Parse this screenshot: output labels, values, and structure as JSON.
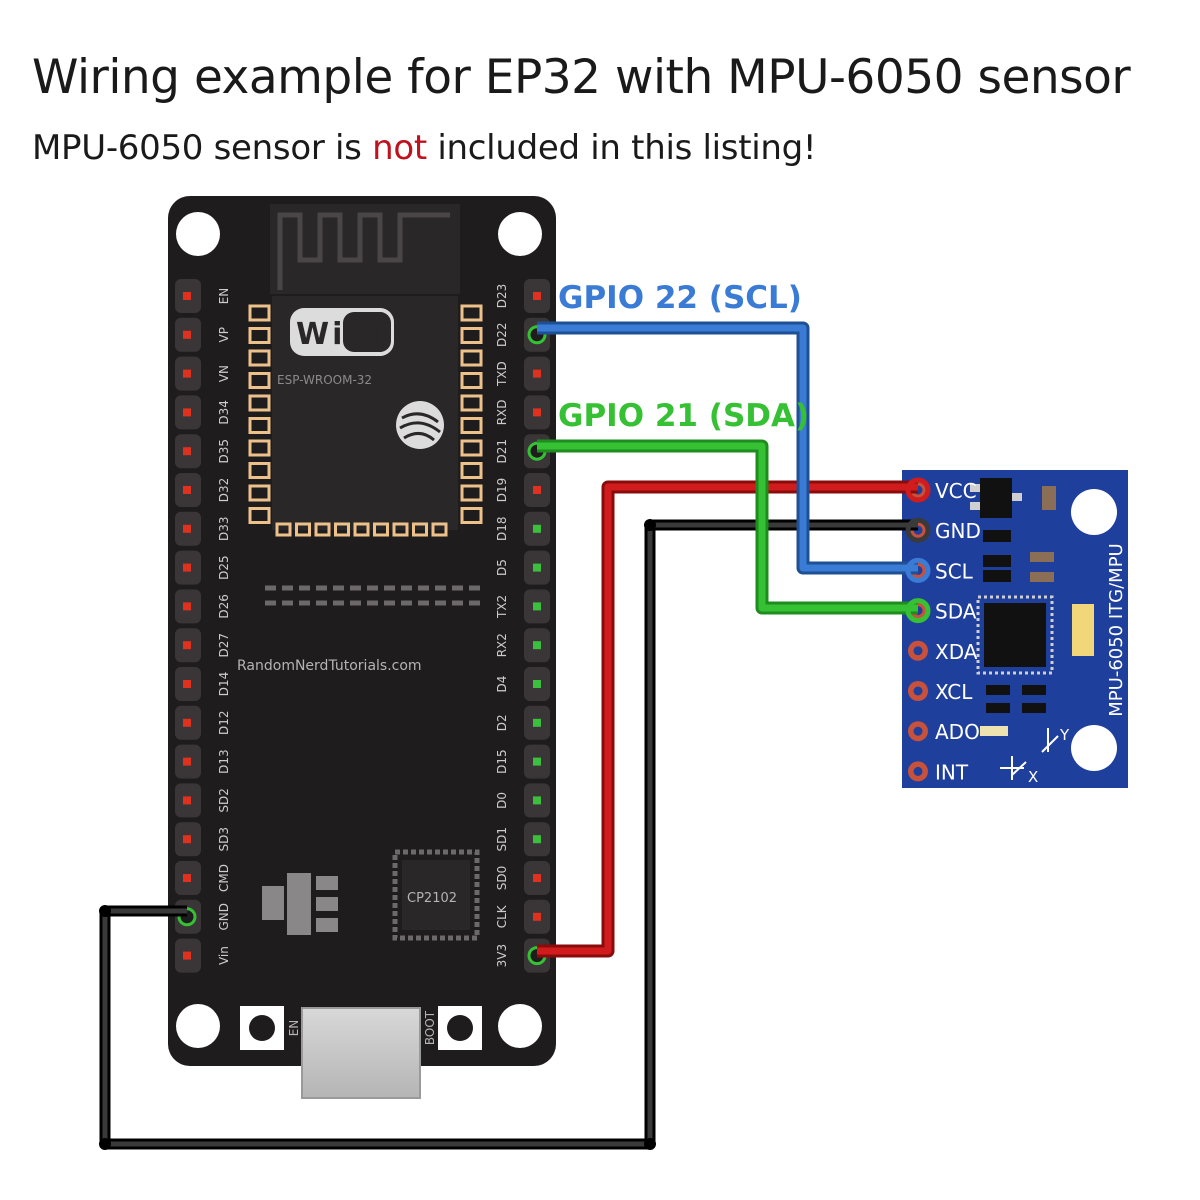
{
  "header": {
    "title": "Wiring example for EP32 with MPU-6050 sensor",
    "subtitle_before": "MPU-6050 sensor is ",
    "subtitle_highlight": "not",
    "subtitle_after": " included in this listing!"
  },
  "colors": {
    "board": "#1f1c1e",
    "mpu_board": "#1f3f9c",
    "scl_wire": "#3a7bd5",
    "sda_wire": "#36c135",
    "vcc_wire": "#d01c1c",
    "gnd_wire": "#222222",
    "highlight_text": "#c0111f"
  },
  "esp32": {
    "left_pins": [
      "EN",
      "VP",
      "VN",
      "D34",
      "D35",
      "D32",
      "D33",
      "D25",
      "D26",
      "D27",
      "D14",
      "D12",
      "D13",
      "SD2",
      "SD3",
      "CMD",
      "GND",
      "Vin"
    ],
    "right_pins": [
      "D23",
      "D22",
      "TXD",
      "RXD",
      "D21",
      "D19",
      "D18",
      "D5",
      "TX2",
      "RX2",
      "D4",
      "D2",
      "D15",
      "D0",
      "SD1",
      "SD0",
      "CLK",
      "3V3"
    ],
    "wifi_logo": "WiFi",
    "module_label": "ESP-WROOM-32",
    "site_label": "RandomNerdTutorials.com",
    "chip_label": "CP2102",
    "button_en": "EN",
    "button_boot": "BOOT"
  },
  "labels": {
    "scl": "GPIO 22 (SCL)",
    "sda": "GPIO 21 (SDA)"
  },
  "mpu": {
    "pins": [
      "VCC",
      "GND",
      "SCL",
      "SDA",
      "XDA",
      "XCL",
      "ADO",
      "INT"
    ],
    "board_label": "MPU-6050 ITG/MPU",
    "axis_x": "X",
    "axis_y": "Y"
  }
}
